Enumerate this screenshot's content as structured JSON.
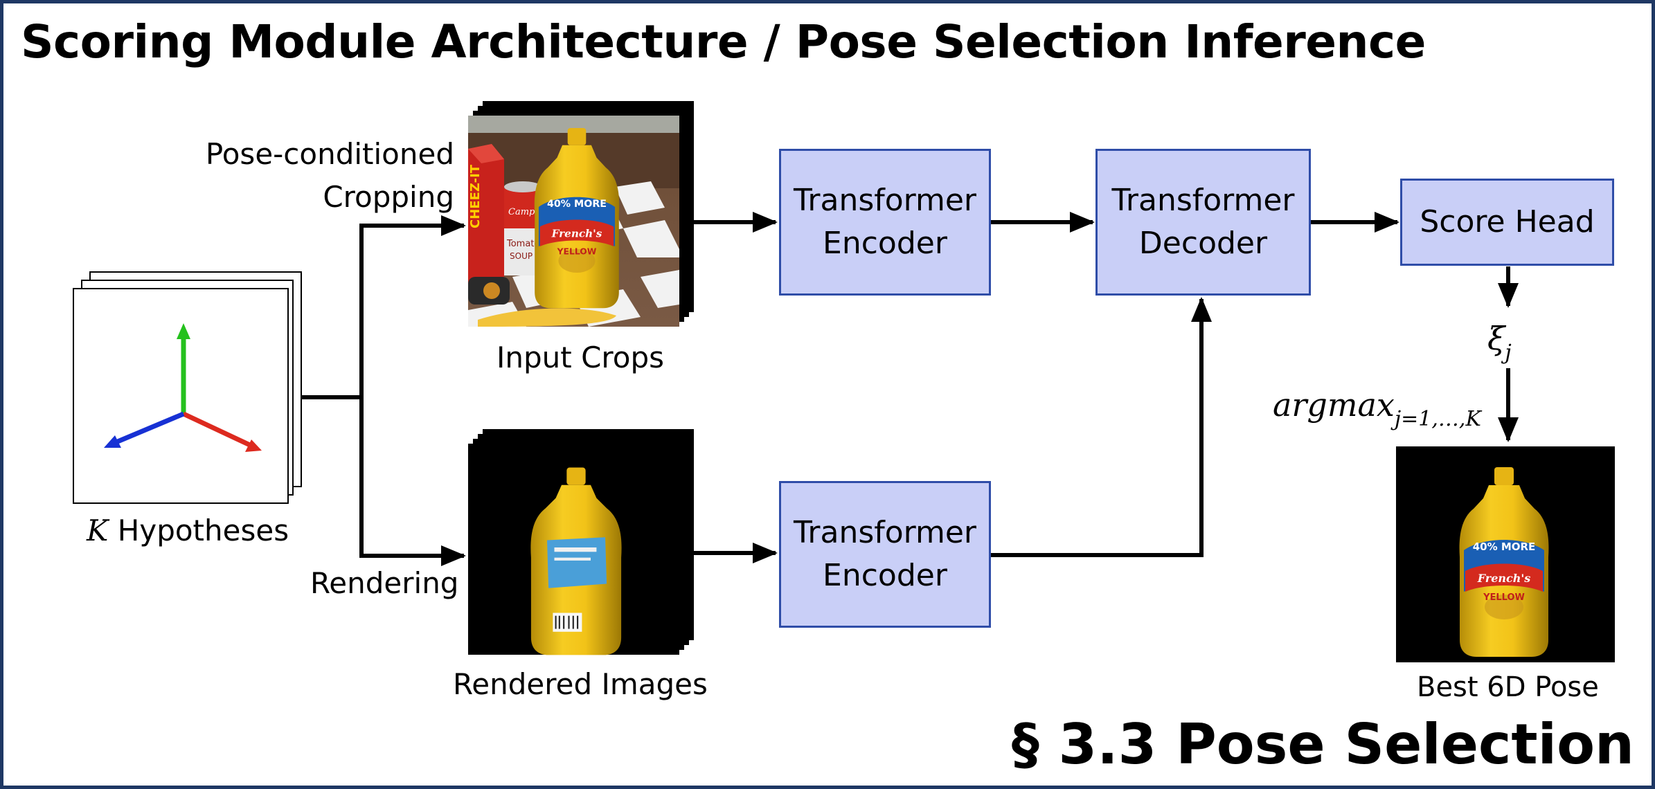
{
  "title": "Scoring Module Architecture / Pose Selection Inference",
  "section_label": "§ 3.3 Pose Selection",
  "hypotheses": {
    "symbol": "K",
    "label": "Hypotheses"
  },
  "labels": {
    "pose_cropping_line1": "Pose-conditioned",
    "pose_cropping_line2": "Cropping",
    "rendering": "Rendering",
    "input_crops": "Input Crops",
    "rendered_images": "Rendered Images",
    "best_pose": "Best 6D Pose"
  },
  "boxes": {
    "encoder_top": [
      "Transformer",
      "Encoder"
    ],
    "encoder_bottom": [
      "Transformer",
      "Encoder"
    ],
    "decoder": [
      "Transformer",
      "Decoder"
    ],
    "score_head": "Score Head"
  },
  "math": {
    "xi": "ξ",
    "xi_sub": "j",
    "argmax": "argmax",
    "argmax_sub": "j=1,…,K"
  },
  "product": {
    "brand": "French's",
    "badge": "40% MORE",
    "variety": "YELLOW",
    "can_brand": "Campbell's",
    "can_flavor": "Tomato",
    "can_type": "SOUP",
    "box_brand": "CHEEZ-IT"
  },
  "colors": {
    "border": "#1f3864",
    "box_fill": "#c9cff7",
    "box_stroke": "#2f4da8",
    "axis_x": "#dd2a1f",
    "axis_y": "#25c11e",
    "axis_z": "#1731d4",
    "mustard": "#f2c318"
  }
}
